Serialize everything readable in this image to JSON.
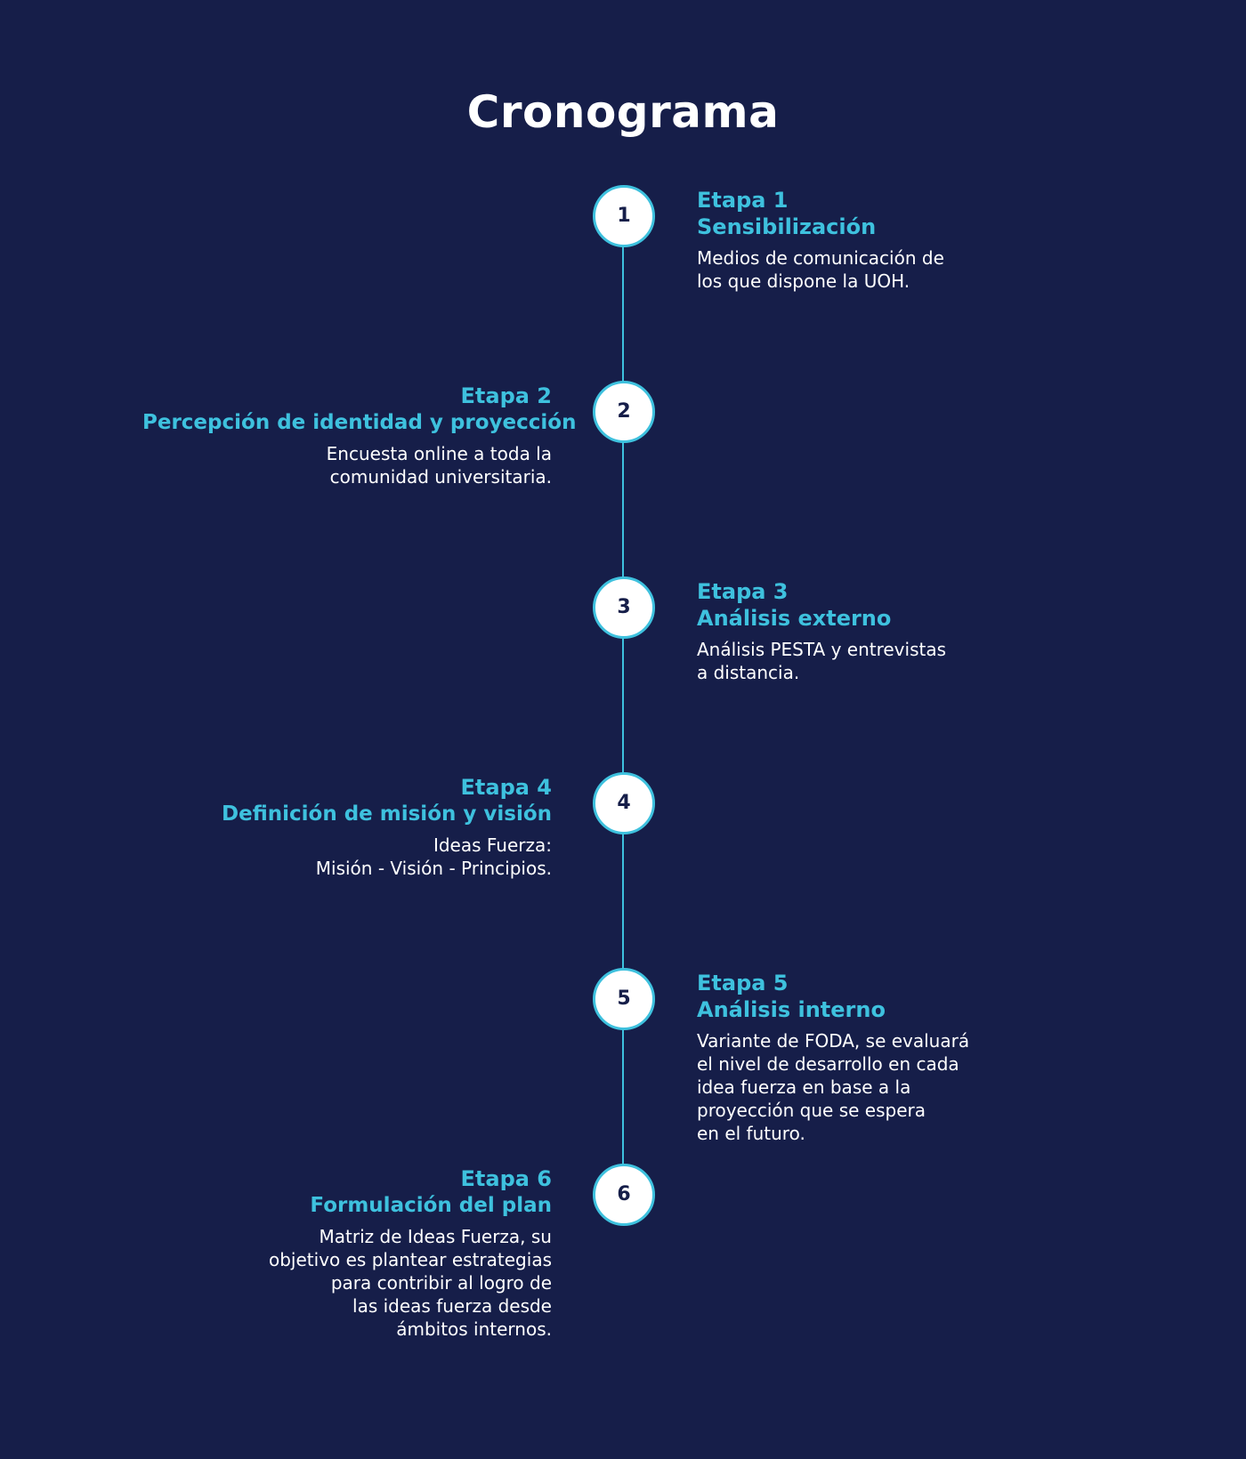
{
  "title": "Cronograma",
  "colors": {
    "background": "#161e49",
    "accent": "#3ec1de",
    "text": "#ffffff",
    "node_fill": "#ffffff",
    "node_number": "#161e49"
  },
  "stages": [
    {
      "number": "1",
      "label": "Etapa 1",
      "name": "Sensibilización",
      "side": "right",
      "description": "Medios de comunicación de\nlos que dispone la UOH."
    },
    {
      "number": "2",
      "label": "Etapa 2",
      "name": "Percepción de identidad y proyección",
      "side": "left",
      "description": "Encuesta online a toda la\ncomunidad universitaria."
    },
    {
      "number": "3",
      "label": "Etapa 3",
      "name": "Análisis externo",
      "side": "right",
      "description": "Análisis PESTA y entrevistas\na distancia."
    },
    {
      "number": "4",
      "label": "Etapa 4",
      "name": "Definición de misión y visión",
      "side": "left",
      "description": "Ideas Fuerza:\nMisión - Visión - Principios."
    },
    {
      "number": "5",
      "label": "Etapa 5",
      "name": "Análisis interno",
      "side": "right",
      "description": "Variante de FODA, se evaluará\nel nivel de desarrollo en cada\nidea fuerza en base a la\nproyección que se espera\nen el futuro."
    },
    {
      "number": "6",
      "label": "Etapa 6",
      "name": "Formulación del plan",
      "side": "left",
      "description": "Matriz de Ideas Fuerza, su\nobjetivo es plantear estrategias\npara contribir al logro de\nlas ideas fuerza desde\námbitos internos."
    }
  ]
}
